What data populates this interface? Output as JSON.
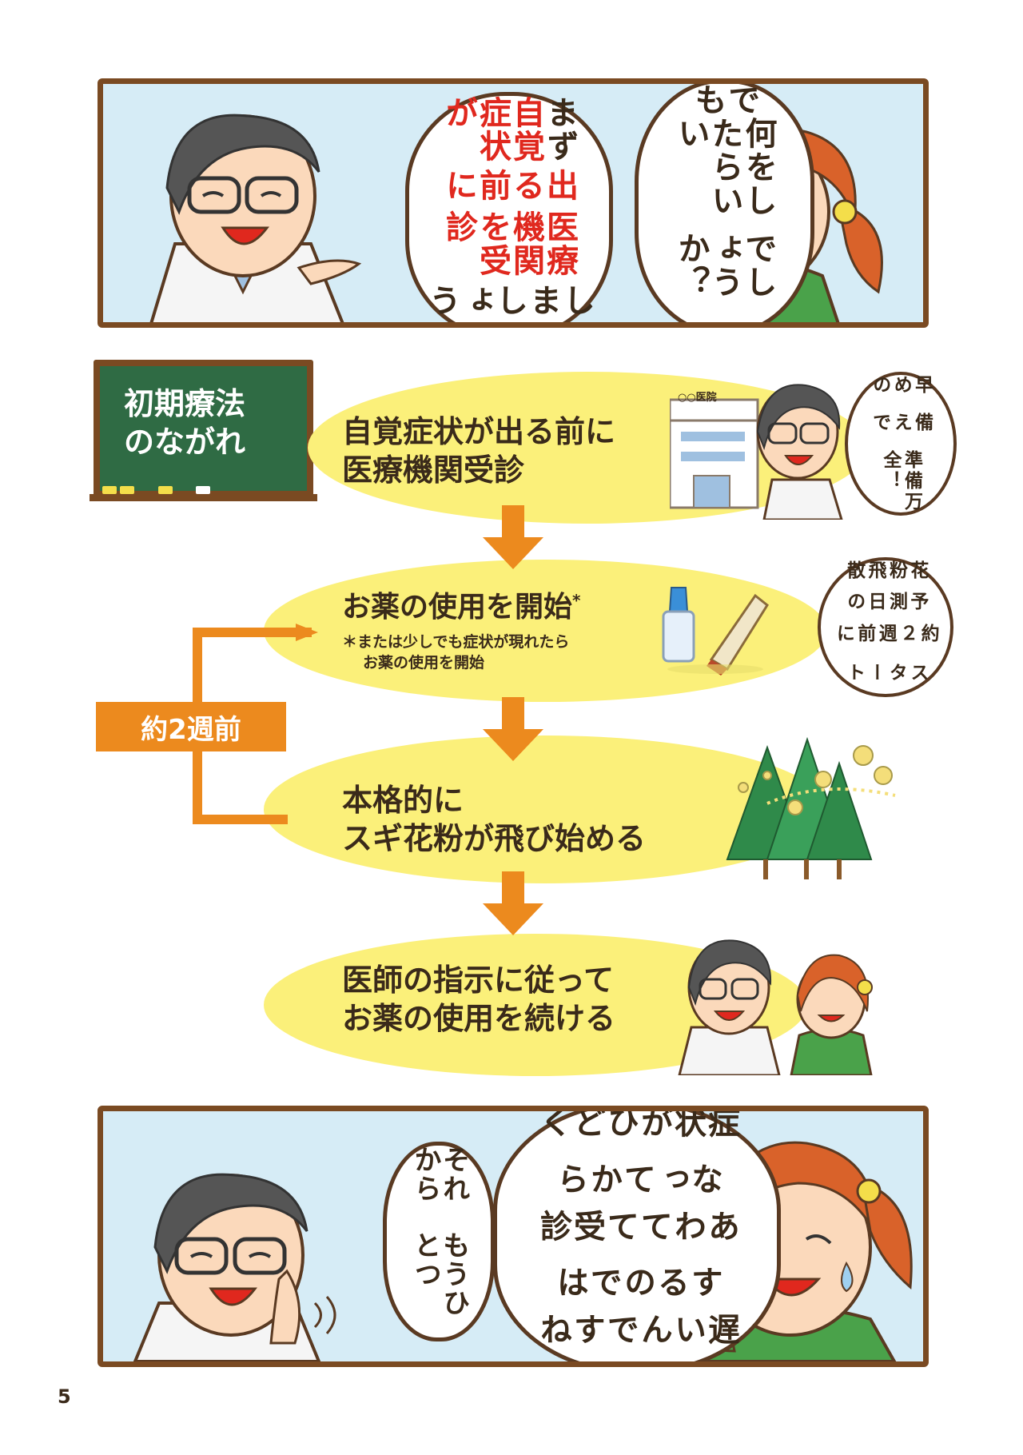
{
  "top_panel": {
    "doctor_bubble": [
      "まず",
      "自覚症状が",
      "出る前に",
      "医療機関を受診",
      "しましょう"
    ],
    "doctor_bubble_lines": [
      {
        "parts": [
          {
            "t": "まず",
            "red": false
          },
          {
            "t": "自覚症状が",
            "red": true
          }
        ]
      },
      {
        "parts": [
          {
            "t": "出る前に",
            "red": true
          }
        ]
      },
      {
        "parts": [
          {
            "t": "医療機関を受診",
            "red": true
          }
        ]
      },
      {
        "parts": [
          {
            "t": "しましょう",
            "red": false
          }
        ]
      }
    ],
    "woman_bubble_lines": [
      "でも",
      "何をしたらいい",
      "でしょうか？"
    ]
  },
  "chalkboard": {
    "title_line1": "初期療法",
    "title_line2": "のながれ"
  },
  "steps": {
    "step1": {
      "line1": "自覚症状が出る前に",
      "line2": "医療機関受診"
    },
    "step2": {
      "title": "お薬の使用を開始",
      "star": "*",
      "note_line1": "＊または少しでも症状が現れたら",
      "note_line2": "お薬の使用を開始"
    },
    "step3": {
      "line1": "本格的に",
      "line2": "スギ花粉が飛び始める"
    },
    "step4": {
      "line1": "医師の指示に従って",
      "line2": "お薬の使用を続ける"
    }
  },
  "two_weeks_label": "約2週前",
  "side_bubbles": {
    "bubble1_lines": [
      "早めの",
      "備えで",
      "準備万全！"
    ],
    "bubble2_lines": [
      "花粉飛散",
      "予測日の",
      "約２週前に",
      "スタート"
    ]
  },
  "clinic_sign": "○○医院",
  "bottom_panel": {
    "woman_bubble_lines": [
      "症状がひどく",
      "なってから",
      "あわてて受診",
      "するのでは",
      "遅いんですね"
    ],
    "doctor_bubble_lines": [
      "それから",
      "もうひとつ"
    ]
  },
  "page_number": "5",
  "colors": {
    "frame": "#7a4a22",
    "panel_bg": "#d6ecf6",
    "oval": "#fbf07a",
    "arrow": "#ec8a1e",
    "chalkboard": "#2f6b44",
    "accent_red": "#e0281e"
  }
}
